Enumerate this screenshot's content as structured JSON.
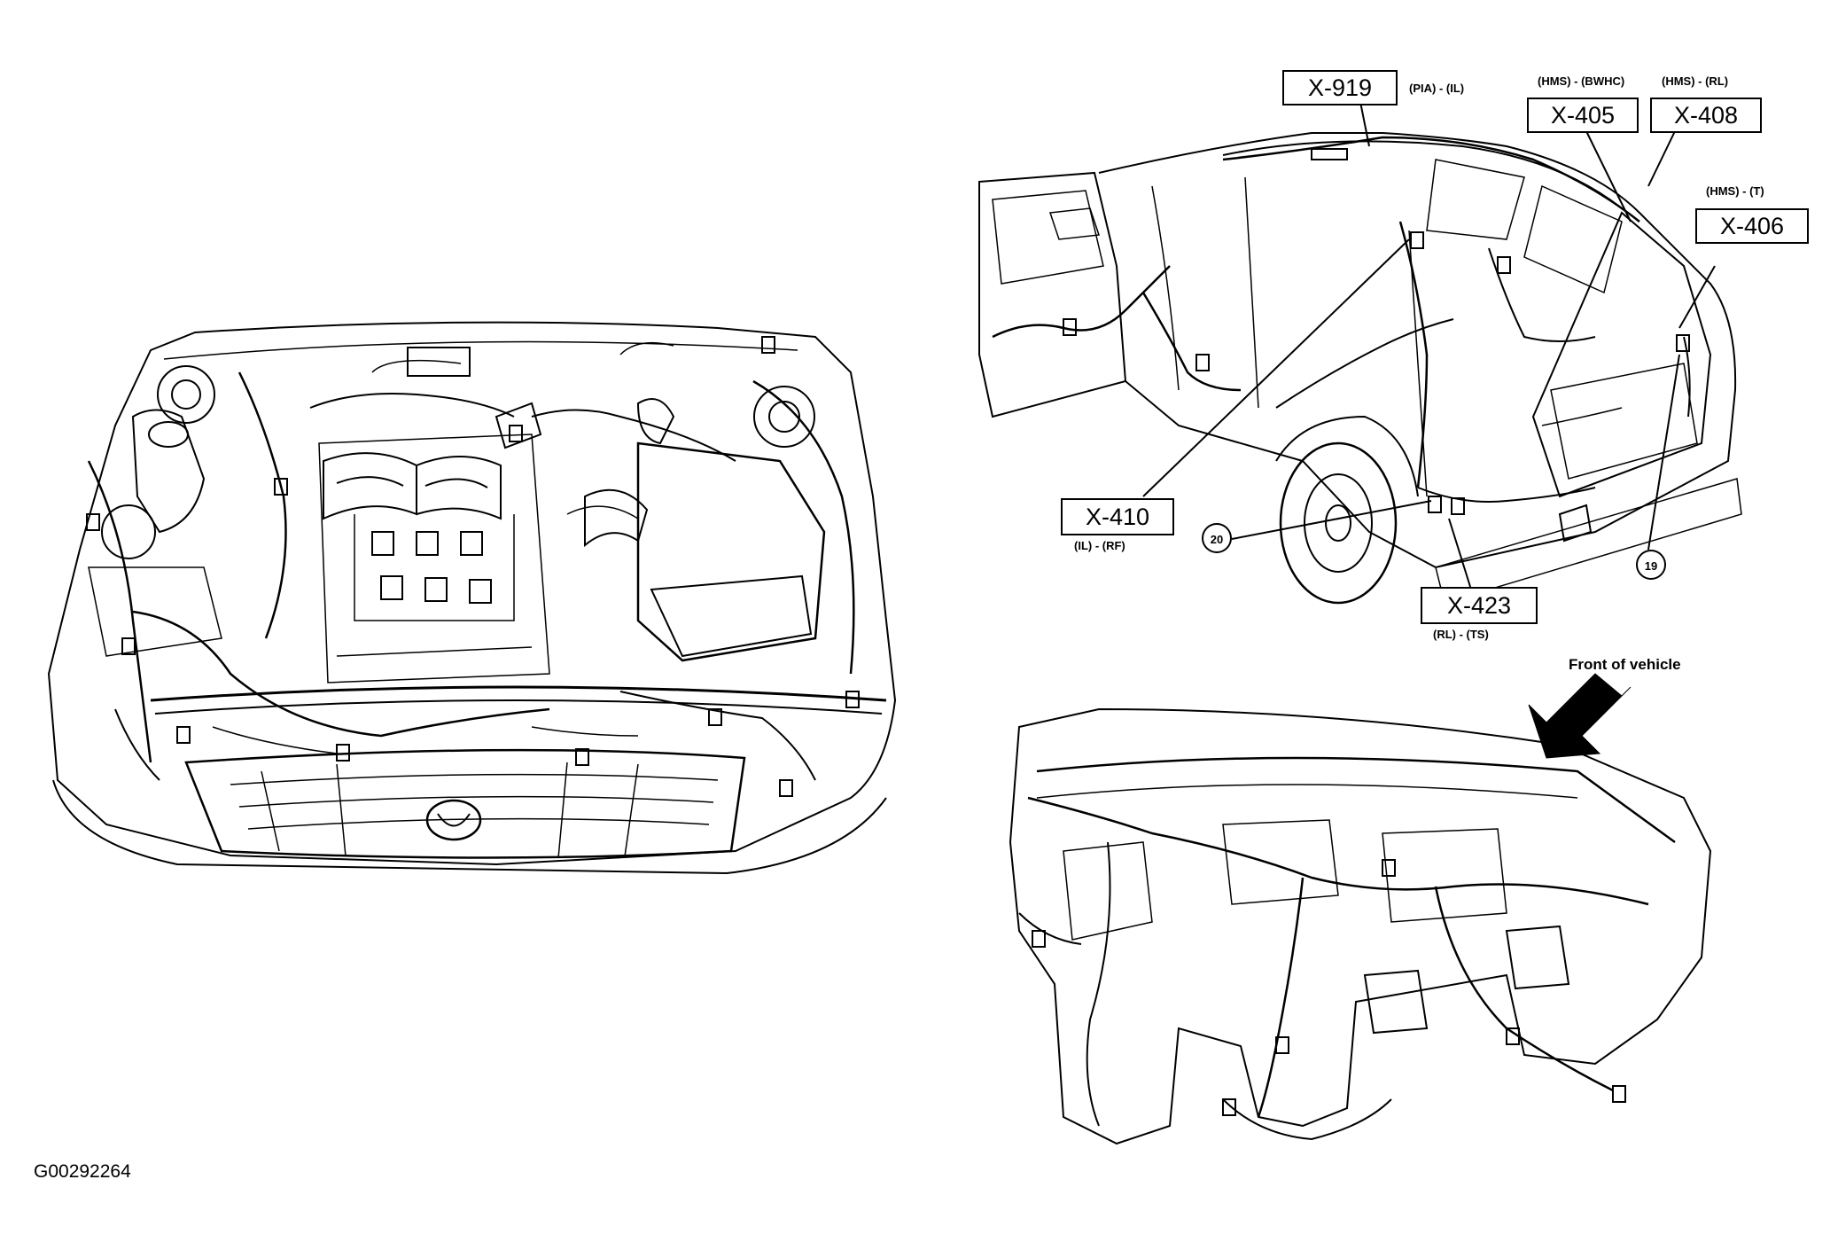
{
  "connectors": {
    "x919": {
      "label": "X-919",
      "code": "(PIA) - (IL)"
    },
    "x405": {
      "label": "X-405",
      "code": "(HMS) - (BWHC)"
    },
    "x408": {
      "label": "X-408",
      "code": "(HMS) - (RL)"
    },
    "x406": {
      "label": "X-406",
      "code": "(HMS) - (T)"
    },
    "x410": {
      "label": "X-410",
      "code": "(IL) - (RF)"
    },
    "x423": {
      "label": "X-423",
      "code": "(RL) - (TS)"
    }
  },
  "callouts": {
    "c20": "20",
    "c19": "19"
  },
  "front_label": "Front of vehicle",
  "figure_id": "G00292264"
}
